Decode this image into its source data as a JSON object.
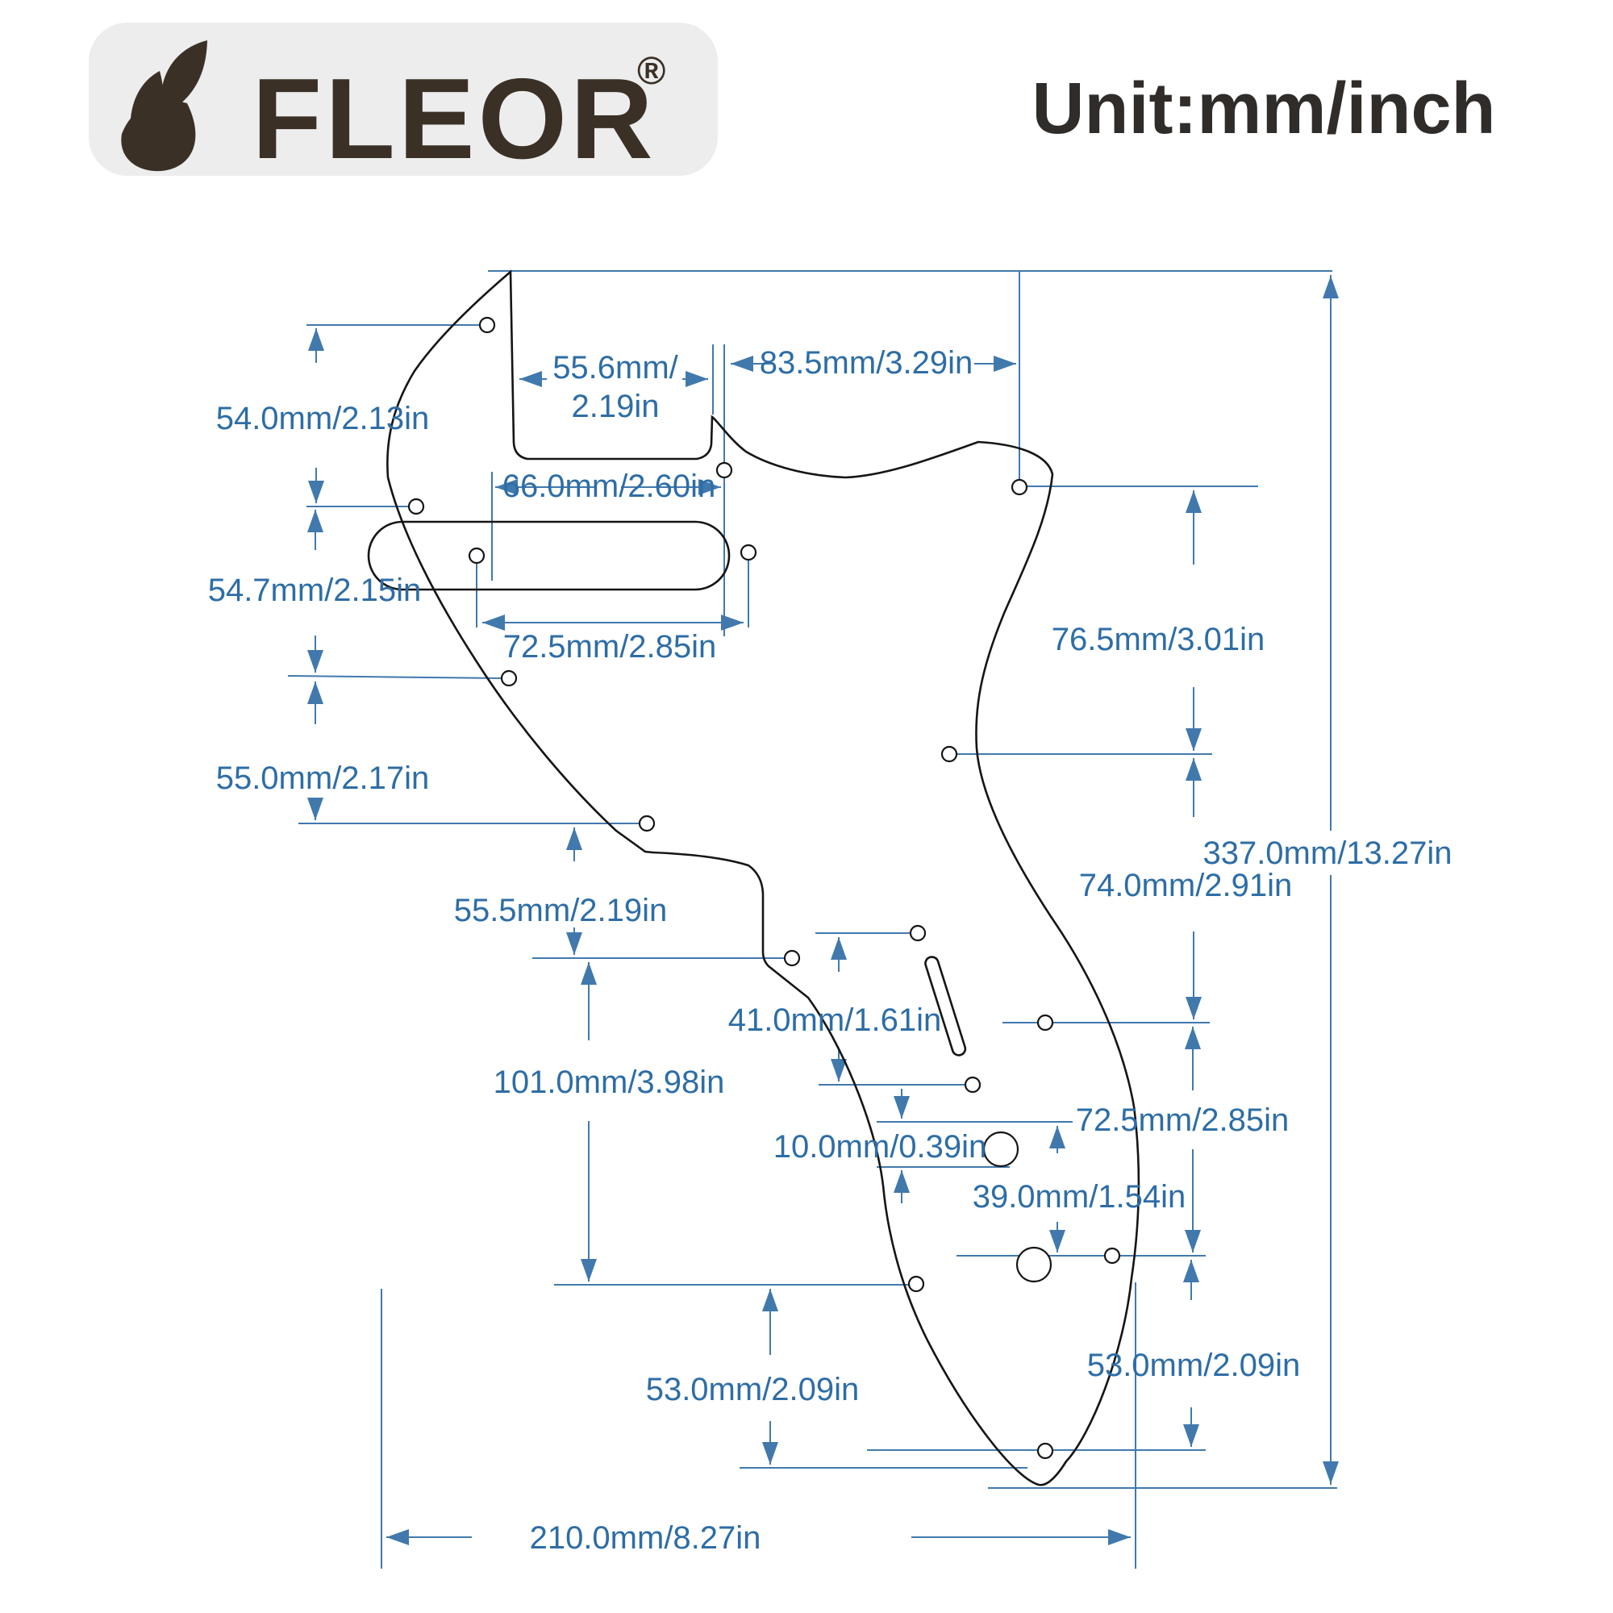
{
  "header": {
    "brand": "FLEOR",
    "registered_mark": "®",
    "unit_label": "Unit:mm/inch"
  },
  "colors": {
    "dimension_blue": "#2e6da6",
    "dimension_line_blue": "#4179ad",
    "outline_black": "#151515",
    "logo_dark": "#3a3026",
    "logo_badge_gray": "#ededed",
    "background": "#ffffff"
  },
  "diagram": {
    "subject": "guitar pickguard dimension drawing",
    "labels": {
      "dim_54_0": "54.0mm/2.13in",
      "dim_54_7": "54.7mm/2.15in",
      "dim_55_0": "55.0mm/2.17in",
      "dim_55_5": "55.5mm/2.19in",
      "dim_101_0": "101.0mm/3.98in",
      "dim_55_6_line1": "55.6mm/",
      "dim_55_6_line2": "2.19in",
      "dim_83_5": "83.5mm/3.29in",
      "dim_66_0": "66.0mm/2.60in",
      "dim_72_5_left": "72.5mm/2.85in",
      "dim_76_5": "76.5mm/3.01in",
      "dim_337_0": "337.0mm/13.27in",
      "dim_74_0": "74.0mm/2.91in",
      "dim_41_0": "41.0mm/1.61in",
      "dim_10_0": "10.0mm/0.39in",
      "dim_72_5_right": "72.5mm/2.85in",
      "dim_39_0": "39.0mm/1.54in",
      "dim_53_0_bottom": "53.0mm/2.09in",
      "dim_53_0_right": "53.0mm/2.09in",
      "dim_210_0": "210.0mm/8.27in"
    }
  }
}
